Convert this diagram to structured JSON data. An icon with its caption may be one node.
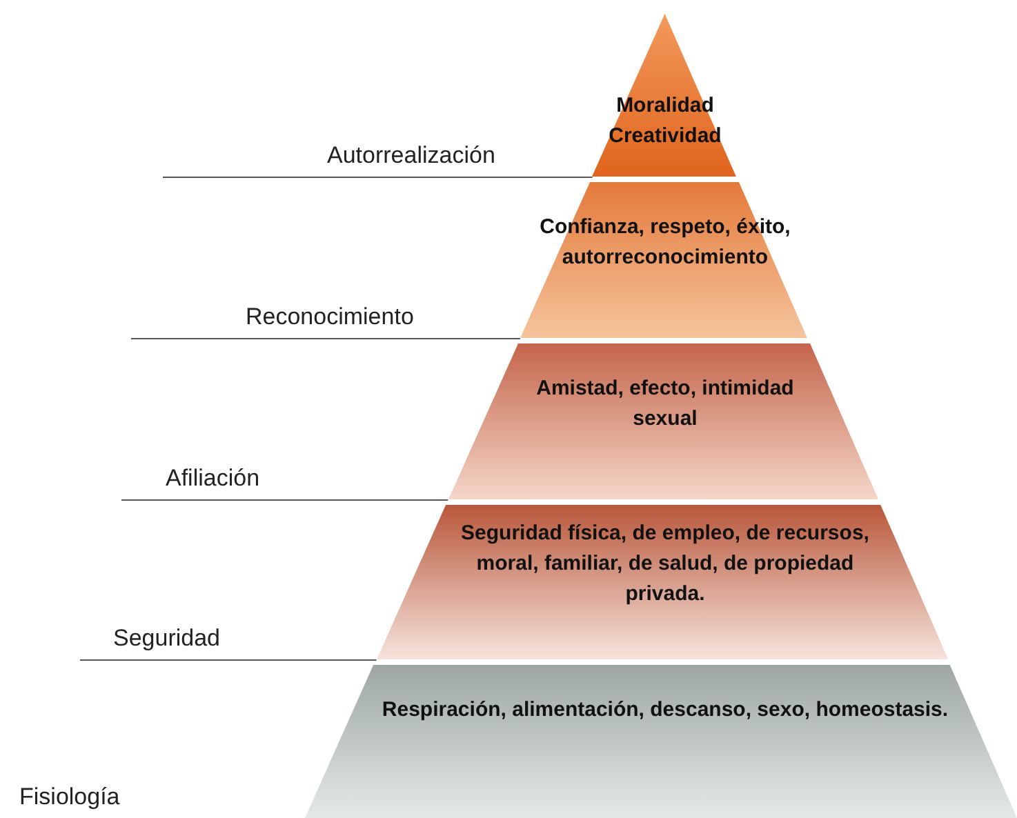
{
  "diagram": {
    "nodes": [
      {
        "text": [
          "Moralidad Creatividad"
        ]
      },
      {
        "text": [
          "Confianza, respeto, éxito, autorreconocimiento"
        ]
      },
      {
        "text": [
          "Amistad, efecto, intimidad sexual"
        ]
      },
      {
        "text": [
          "Seguridad física, de empleo, de recursos, moral, familiar, de salud, de propiedad privada."
        ]
      },
      {
        "text": [
          "Respiración, alimentación, descanso, sexo, homeostasis."
        ]
      }
    ],
    "labels": [
      "Autorrealización",
      "Reconocimiento",
      "Afiliación",
      "Seguridad",
      "Fisiología"
    ]
  }
}
